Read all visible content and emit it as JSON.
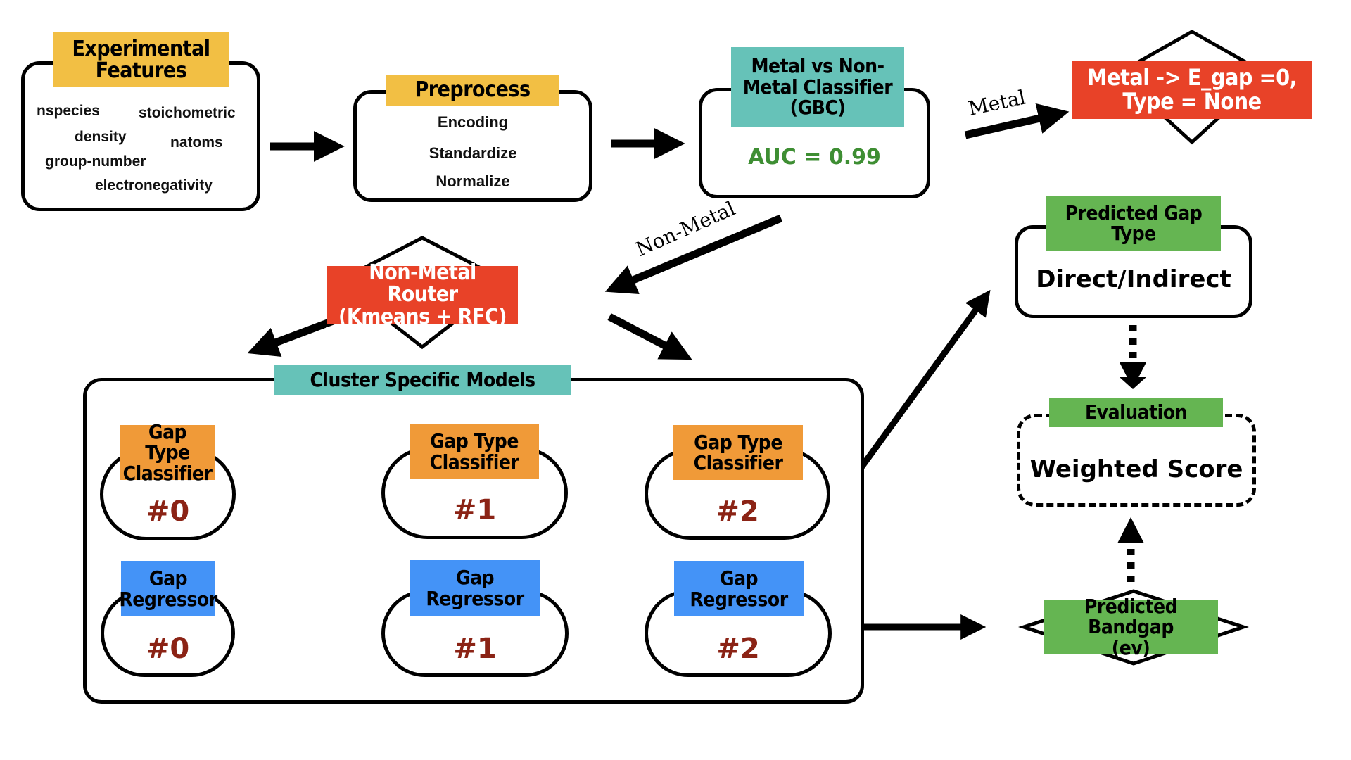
{
  "colors": {
    "yellow": "#F2BF44",
    "teal": "#66C2B8",
    "red": "#E84228",
    "orange": "#F09A38",
    "blue": "#4493F7",
    "green": "#65B552",
    "auc_green": "#3E8E33",
    "cluster_number": "#8B2315"
  },
  "experimental_features": {
    "title": "Experimental Features",
    "features": [
      "nspecies",
      "stoichometric",
      "density",
      "natoms",
      "group-number",
      "electronegativity"
    ]
  },
  "preprocess": {
    "title": "Preprocess",
    "steps": [
      "Encoding",
      "Standardize",
      "Normalize"
    ]
  },
  "metal_classifier": {
    "title_line1": "Metal vs Non-",
    "title_line2": "Metal Classifier",
    "title_line3": "(GBC)",
    "metric": "AUC = 0.99"
  },
  "edges": {
    "metal": "Metal",
    "non_metal": "Non-Metal"
  },
  "metal_result": {
    "line1": "Metal -> E_gap =0,",
    "line2": "Type = None"
  },
  "router": {
    "line1": "Non-Metal Router",
    "line2": "(Kmeans + RFC)"
  },
  "cluster_models": {
    "title": "Cluster Specific Models",
    "classifiers": [
      {
        "line1": "Gap Type",
        "line2": "Classifier",
        "id": "#0"
      },
      {
        "line1": "Gap Type",
        "line2": "Classifier",
        "id": "#1"
      },
      {
        "line1": "Gap Type",
        "line2": "Classifier",
        "id": "#2"
      }
    ],
    "regressors": [
      {
        "line1": "Gap",
        "line2": "Regressor",
        "id": "#0"
      },
      {
        "line1": "Gap",
        "line2": "Regressor",
        "id": "#1"
      },
      {
        "line1": "Gap",
        "line2": "Regressor",
        "id": "#2"
      }
    ]
  },
  "predicted_gap_type": {
    "title_line1": "Predicted Gap",
    "title_line2": "Type",
    "value": "Direct/Indirect"
  },
  "evaluation": {
    "title": "Evaluation",
    "value": "Weighted Score"
  },
  "predicted_bandgap": {
    "line1": "Predicted Bandgap",
    "line2": "(ev)"
  }
}
